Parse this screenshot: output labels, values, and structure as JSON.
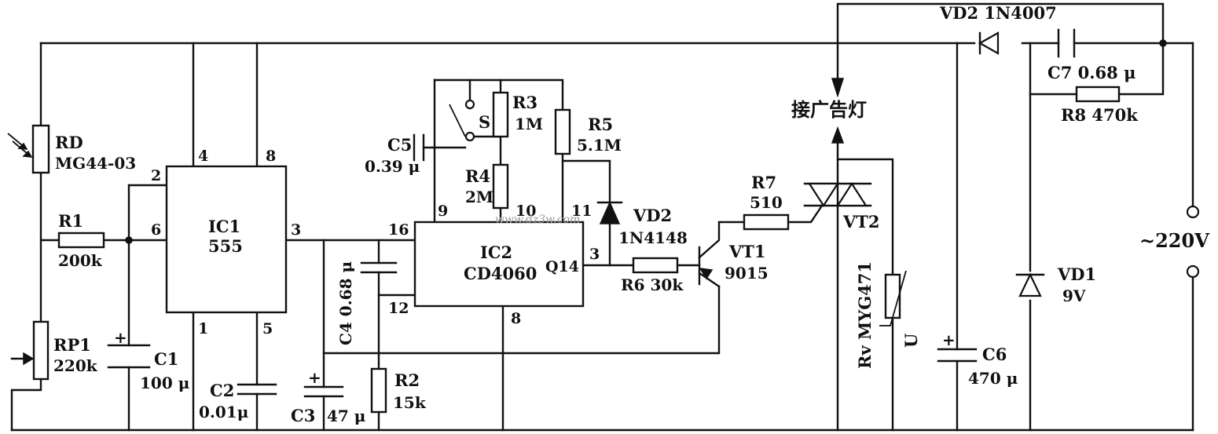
{
  "ic1": {
    "ref": "IC1",
    "part": "555",
    "pins": [
      "2",
      "4",
      "8",
      "6",
      "3",
      "1",
      "5"
    ]
  },
  "ic2": {
    "ref": "IC2",
    "part": "CD4060",
    "pins": [
      "16",
      "9",
      "10",
      "11",
      "12",
      "8",
      "3"
    ],
    "q14": "Q14"
  },
  "rd": {
    "ref": "RD",
    "value": "MG44-03"
  },
  "r1": {
    "ref": "R1",
    "value": "200k"
  },
  "rp1": {
    "ref": "RP1",
    "value": "220k"
  },
  "c1": {
    "ref": "C1",
    "value": "100 μ"
  },
  "c2": {
    "ref": "C2",
    "value": "0.01μ"
  },
  "c3": {
    "ref": "C3",
    "value": "47 μ"
  },
  "c4": {
    "text": "C4 0.68 μ"
  },
  "r2": {
    "ref": "R2",
    "value": "15k"
  },
  "c5": {
    "ref": "C5",
    "value": "0.39 μ"
  },
  "s": {
    "ref": "S"
  },
  "r3": {
    "ref": "R3",
    "value": "1M"
  },
  "r4": {
    "ref": "R4",
    "value": "2M"
  },
  "r5": {
    "ref": "R5",
    "value": "5.1M"
  },
  "vd2a": {
    "ref": "VD2",
    "value": "1N4148"
  },
  "r6": {
    "text": "R6 30k"
  },
  "vt1": {
    "ref": "VT1",
    "value": "9015"
  },
  "r7": {
    "ref": "R7",
    "value": "510"
  },
  "vt2": {
    "ref": "VT2"
  },
  "rv": {
    "text": "Rv MYG471",
    "sym": "U"
  },
  "lamp": {
    "label": "接广告灯"
  },
  "vd2b": {
    "text": "VD2 1N4007"
  },
  "c7": {
    "text": "C7 0.68 μ"
  },
  "r8": {
    "text": "R8 470k"
  },
  "vd1": {
    "ref": "VD1",
    "value": "9V"
  },
  "c6": {
    "ref": "C6",
    "value": "470 μ"
  },
  "mains": {
    "label": "~220V"
  },
  "watermark": {
    "text": "www.dz3w.com"
  }
}
